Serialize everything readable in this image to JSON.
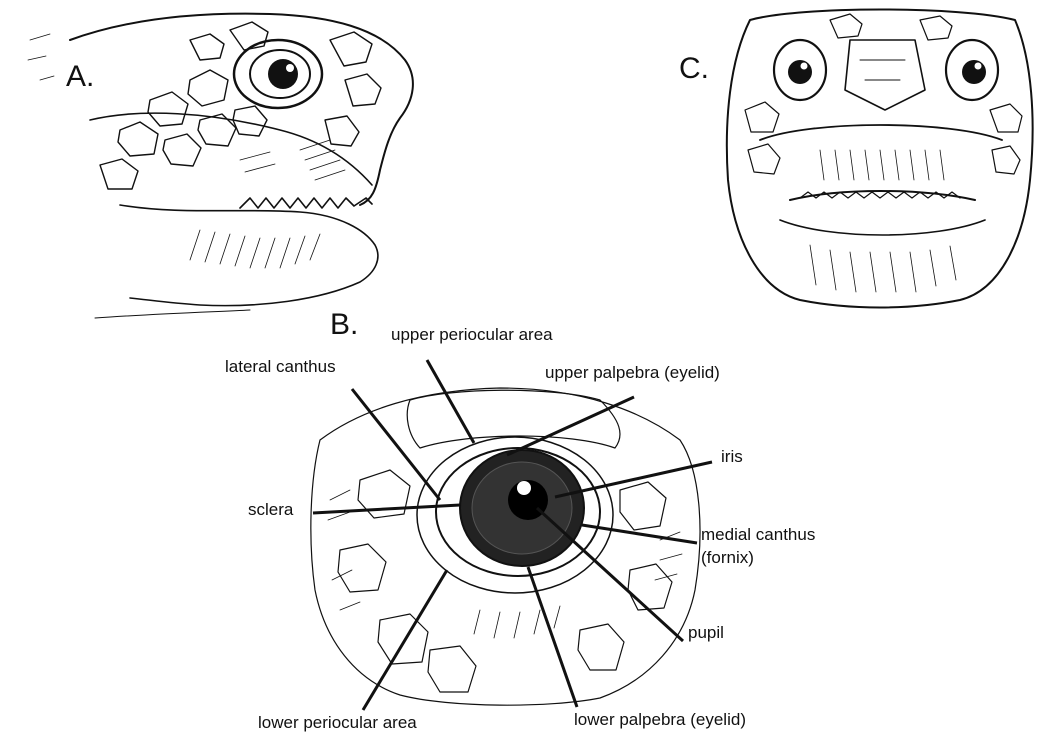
{
  "panels": {
    "a": {
      "letter": "A."
    },
    "b": {
      "letter": "B."
    },
    "c": {
      "letter": "C."
    }
  },
  "labels": {
    "upper_periocular": "upper periocular area",
    "lateral_canthus": "lateral canthus",
    "upper_palpebra": "upper palpebra (eyelid)",
    "iris": "iris",
    "sclera": "sclera",
    "medial_canthus_1": "medial canthus",
    "medial_canthus_2": "(fornix)",
    "pupil": "pupil",
    "lower_periocular": "lower periocular area",
    "lower_palpebra": "lower palpebra (eyelid)"
  },
  "colors": {
    "ink": "#111111",
    "paper": "#ffffff"
  }
}
